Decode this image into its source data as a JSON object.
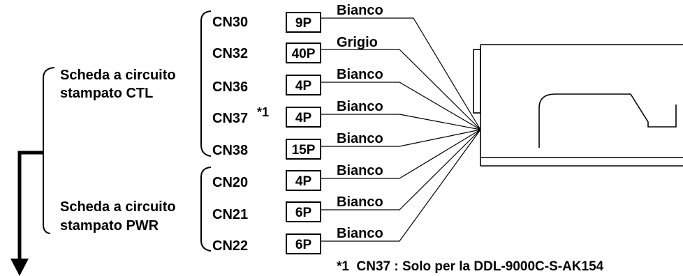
{
  "boards": [
    {
      "line1": "Scheda a circuito",
      "line2": "stampato CTL"
    },
    {
      "line1": "Scheda a circuito",
      "line2": "stampato PWR"
    }
  ],
  "connectors": [
    {
      "cn": "CN30",
      "pins": "9P",
      "color": "Bianco"
    },
    {
      "cn": "CN32",
      "pins": "40P",
      "color": "Grigio"
    },
    {
      "cn": "CN36",
      "pins": "4P",
      "color": "Bianco"
    },
    {
      "cn": "CN37",
      "pins": "4P",
      "color": "Bianco",
      "mark": "*1"
    },
    {
      "cn": "CN38",
      "pins": "15P",
      "color": "Bianco"
    },
    {
      "cn": "CN20",
      "pins": "4P",
      "color": "Bianco"
    },
    {
      "cn": "CN21",
      "pins": "6P",
      "color": "Bianco"
    },
    {
      "cn": "CN22",
      "pins": "6P",
      "color": "Bianco"
    }
  ],
  "footnote": "*1  CN37 : Solo per la DDL-9000C-S-AK154"
}
